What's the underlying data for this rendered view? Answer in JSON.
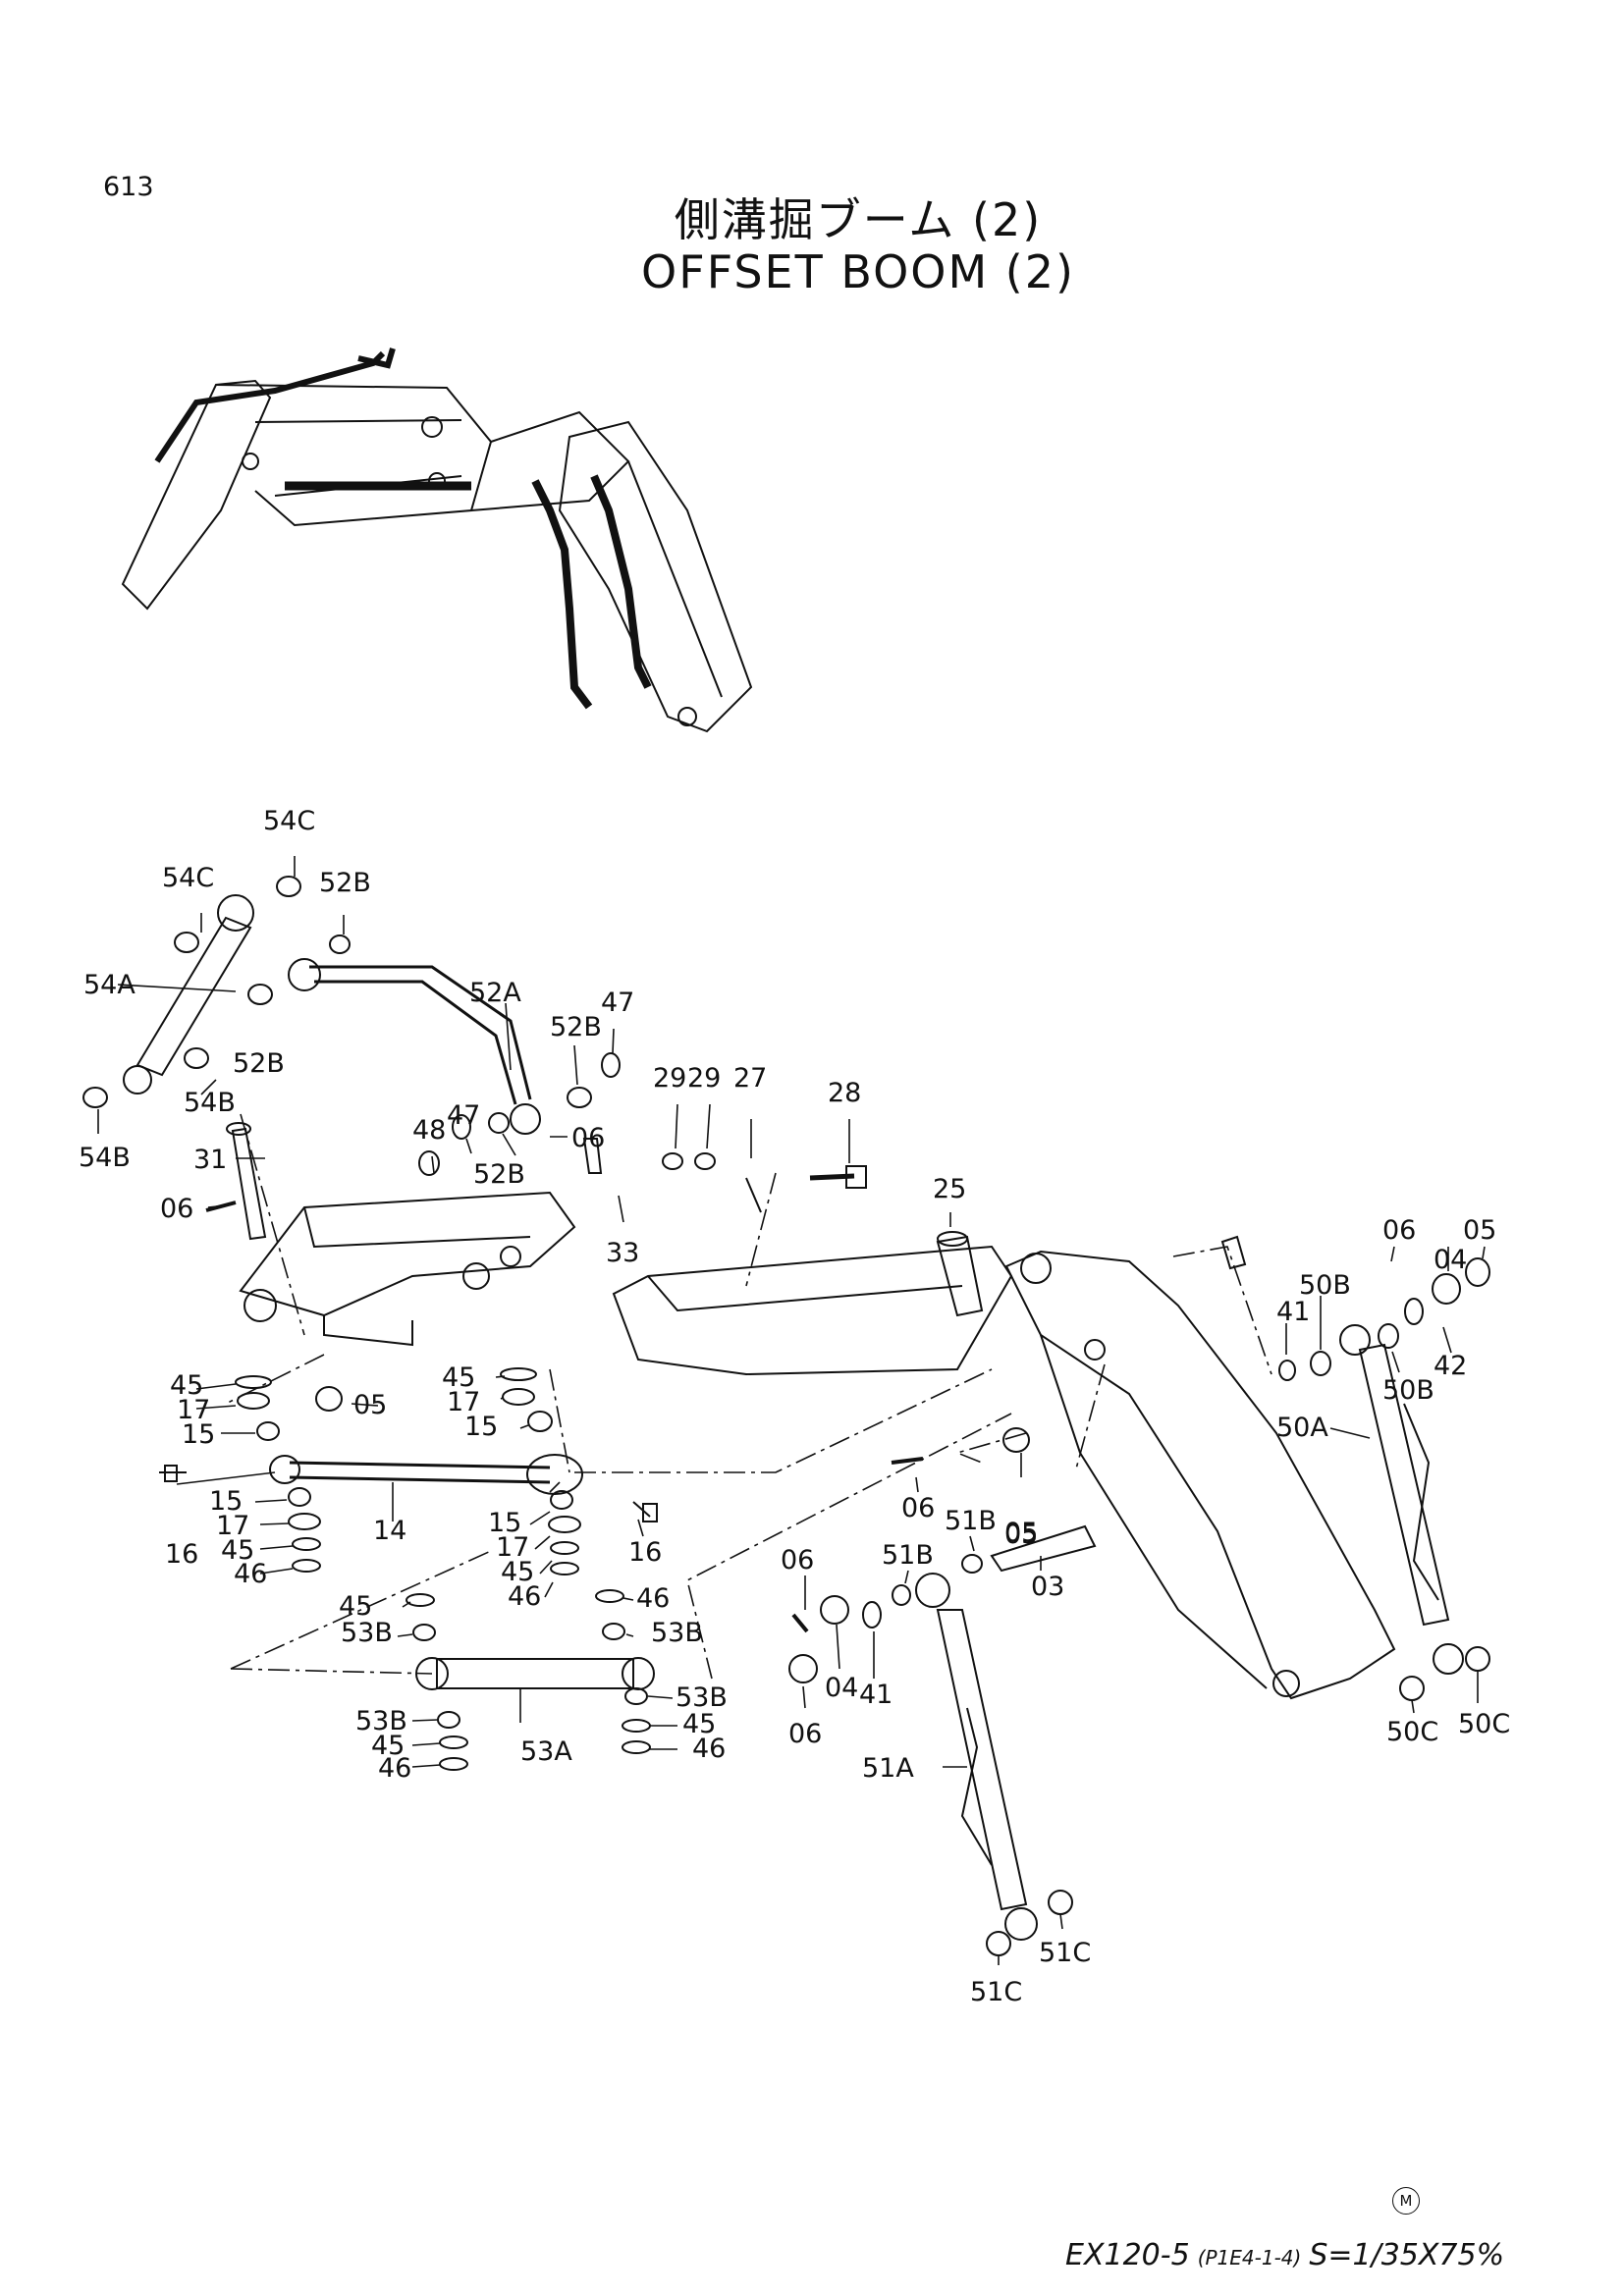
{
  "header": {
    "page_number": "613",
    "title_jp": "側溝掘ブーム (2)",
    "title_en": "OFFSET BOOM (2)"
  },
  "callouts": [
    "54C",
    "54C",
    "52B",
    "54A",
    "52A",
    "52B",
    "47",
    "52B",
    "54B",
    "54B",
    "48",
    "47",
    "52B",
    "31",
    "06",
    "06",
    "29",
    "29",
    "27",
    "28",
    "33",
    "25",
    "06",
    "05",
    "04",
    "50B",
    "41",
    "42",
    "50B",
    "50A",
    "45",
    "17",
    "15",
    "05",
    "45",
    "17",
    "15",
    "05",
    "14",
    "16",
    "15",
    "17",
    "45",
    "46",
    "15",
    "17",
    "45",
    "46",
    "16",
    "06",
    "05",
    "51B",
    "51B",
    "03",
    "06",
    "04",
    "41",
    "06",
    "45",
    "53B",
    "46",
    "53B",
    "53B",
    "45",
    "46",
    "53B",
    "45",
    "46",
    "53A",
    "51A",
    "50C",
    "50C",
    "51C",
    "51C"
  ],
  "footer": {
    "model": "EX120-5",
    "code": "(P1E4-1-4)",
    "scale": "S=1/35X75%",
    "mark": "M"
  }
}
